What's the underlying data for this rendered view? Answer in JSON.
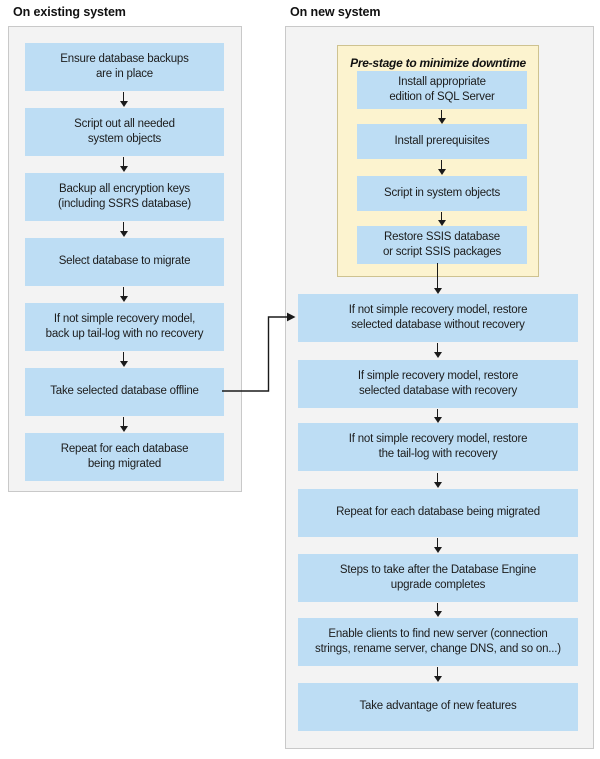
{
  "colors": {
    "box_blue": "#BDDDF4",
    "panel_bg": "#F3F3F3",
    "panel_border": "#C9C9C9",
    "prestage_bg": "#FCF3CF",
    "prestage_border": "#CEC290",
    "arrow": "#1A1A1A",
    "text": "#1C1C1C"
  },
  "left_panel": {
    "heading": "On existing system",
    "boxes": [
      "Ensure database backups\nare in place",
      "Script out all needed\nsystem objects",
      "Backup all encryption keys\n(including SSRS database)",
      "Select database to migrate",
      "If not simple recovery model,\nback up tail-log with no recovery",
      "Take selected database offline",
      "Repeat for each database\nbeing migrated"
    ]
  },
  "right_panel": {
    "heading": "On new system",
    "prestage": {
      "title": "Pre-stage to minimize downtime",
      "boxes": [
        "Install appropriate\nedition of SQL Server",
        "Install prerequisites",
        "Script in system objects",
        "Restore SSIS database\nor script SSIS packages"
      ]
    },
    "boxes": [
      "If not simple recovery model, restore\nselected database without recovery",
      "If simple recovery model, restore\nselected database with recovery",
      "If not simple recovery model, restore\nthe tail-log with recovery",
      "Repeat for each database being migrated",
      "Steps to take after the Database Engine\nupgrade completes",
      "Enable clients to find new server (connection\nstrings, rename server, change DNS, and so on...)",
      "Take advantage of new features"
    ]
  }
}
